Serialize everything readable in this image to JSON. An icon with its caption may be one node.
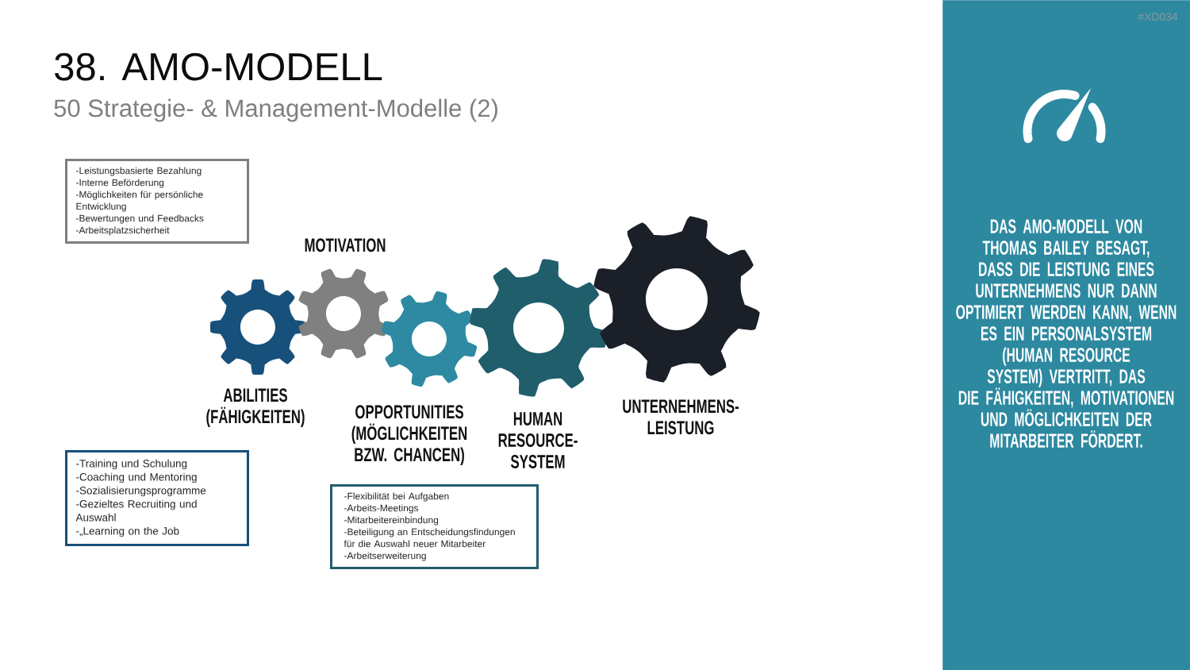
{
  "diagram": {
    "title": "38. AMO-MODELL",
    "nodes": [
      {
        "text": [
          "-Leistungsbasierte Bezahlung",
          "-Interne Beförderung",
          "-Möglichkeiten für persönliche Entwicklung",
          "-Bewertungen und Feedbacks",
          "-Arbeitsplatzsicherheit"
        ]
      },
      {
        "text": [],
        "shape": "gear",
        "beside": [
          "ABILITIES (FÄHIGKEITEN)"
        ]
      },
      {
        "text": [],
        "shape": "gear",
        "beside": [
          "MOTIVATION"
        ]
      },
      {
        "text": [],
        "shape": "gear",
        "beside": [
          "OPPORTUNITIES (MÖGLICHKEITEN BZW. CHANCEN)"
        ]
      },
      {
        "text": [],
        "shape": "gear",
        "beside": [
          "HUMAN RESOURCE-SYSTEM"
        ]
      },
      {
        "text": [],
        "shape": "gear",
        "beside": [
          "UNTERNEHMENS-LEISTUNG"
        ]
      },
      {
        "text": [
          "-Training und Schulung",
          "-Coaching und Mentoring",
          "-Sozialisierungsprogramme",
          "-Gezieltes Recruiting und Auswahl",
          "-„Learning on the Job"
        ]
      },
      {
        "text": [
          "-Flexibilität bei Aufgaben",
          "-Arbeits-Meetings",
          "-Mitarbeitereinbindung",
          "-Beteiligung an Entscheidungsfindungen für die Auswahl neuer Mitarbeiter",
          "-Arbeitserweiterung"
        ]
      },
      {
        "text": [
          "DAS AMO-MODELL VON THOMAS BAILEY BESAGT, DASS DIE LEISTUNG EINES UNTERNEHMENS NUR DANN OPTIMIERT WERDEN KANN, WENN ES EIN PERSONALSYSTEM (HUMAN RESOURCE SYSTEM) VERTRITT, DAS DIE FÄHIGKEITEN, MOTIVATIONEN UND MÖGLICHKEITEN DER MITARBEITER FÖRDERT."
        ]
      }
    ],
    "labels": [
      "#XD034",
      "50 Strategie- & Management-Modelle (2)"
    ]
  }
}
